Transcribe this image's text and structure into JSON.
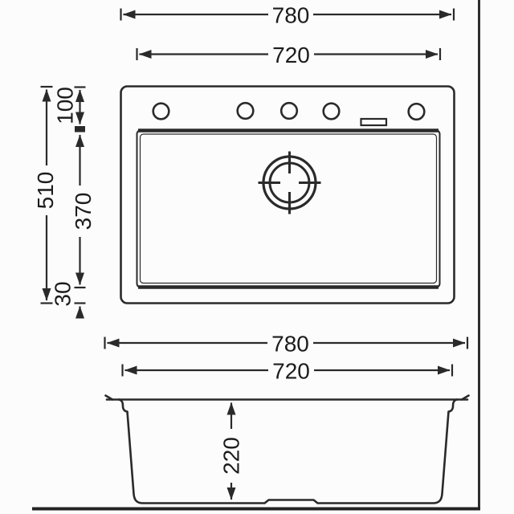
{
  "colors": {
    "line": "#2a2a2a",
    "text": "#1c1c1c",
    "background": "#fcfcfc",
    "frame": "#2e2e2e"
  },
  "plan_view": {
    "overall_width_label": "780",
    "bowl_width_label": "720",
    "overall_depth_label": "510",
    "rim_top_label": "100",
    "bowl_length_label": "370",
    "rim_bottom_label": "30",
    "faucet_hole_count": 5
  },
  "section_view": {
    "overall_width_label": "780",
    "bowl_width_label": "720",
    "bowl_depth_label": "220"
  }
}
